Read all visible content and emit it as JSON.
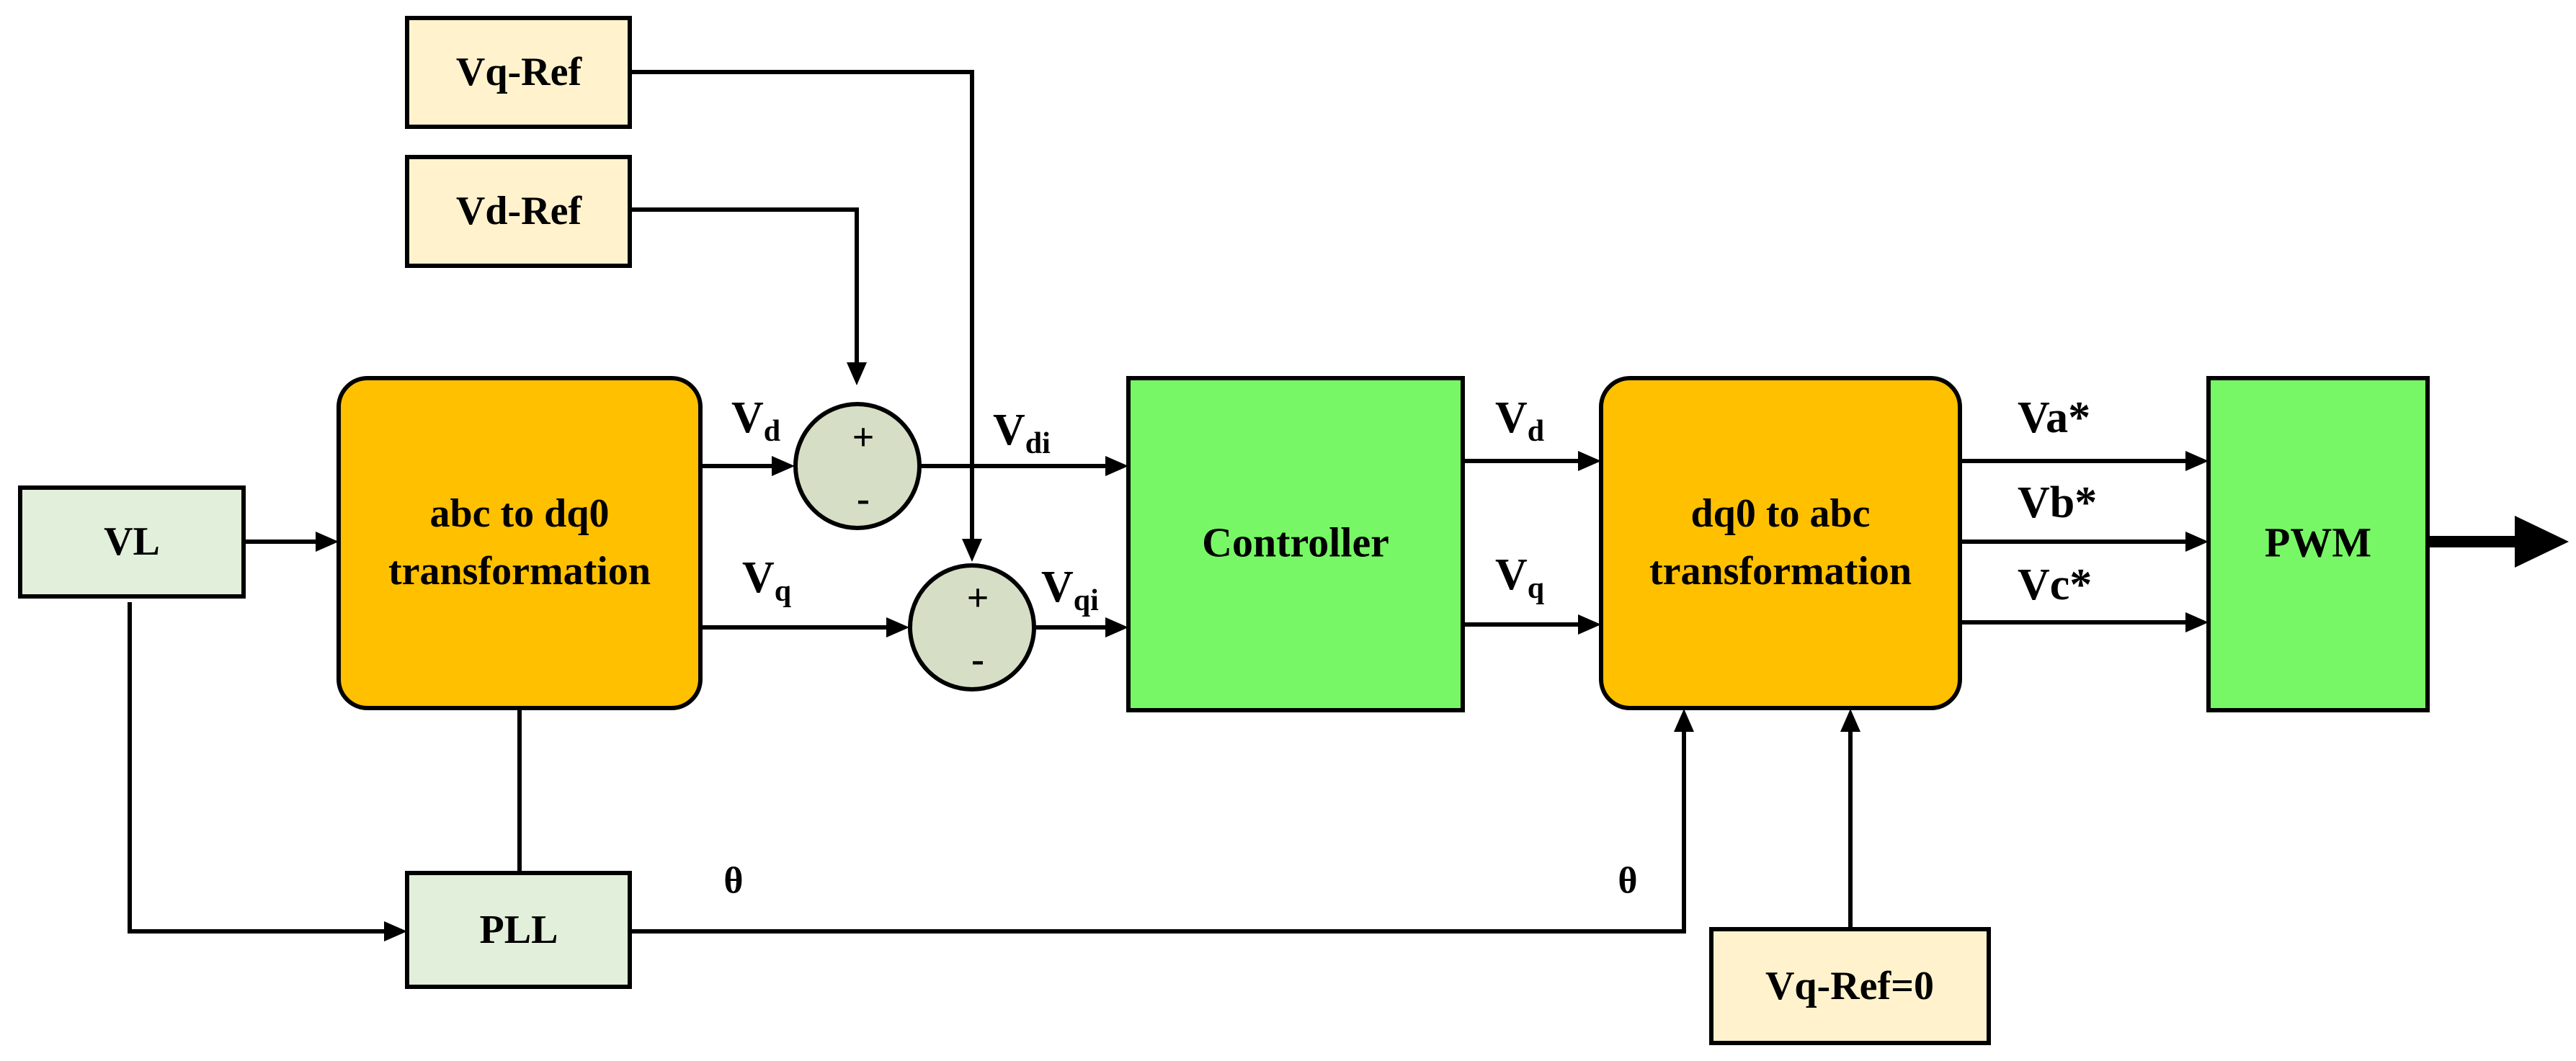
{
  "blocks": {
    "vq_ref": "Vq-Ref",
    "vd_ref": "Vd-Ref",
    "vl": "VL",
    "abc_to_dq0": [
      "abc to dq0",
      "transformation"
    ],
    "pll": "PLL",
    "controller": "Controller",
    "dq0_to_abc": [
      "dq0 to abc",
      "transformation"
    ],
    "pwm": "PWM",
    "vq_ref_zero": "Vq-Ref=0"
  },
  "summing_junctions": {
    "sum_d": {
      "plus": "+",
      "minus": "-"
    },
    "sum_q": {
      "plus": "+",
      "minus": "-"
    }
  },
  "signals": {
    "vd_in": {
      "main": "V",
      "sub": "d"
    },
    "vq_in": {
      "main": "V",
      "sub": "q"
    },
    "vdi": {
      "main": "V",
      "sub": "di"
    },
    "vqi": {
      "main": "V",
      "sub": "qi"
    },
    "vd_out": {
      "main": "V",
      "sub": "d"
    },
    "vq_out": {
      "main": "V",
      "sub": "q"
    },
    "theta_left": "θ",
    "theta_right": "θ",
    "va": "Va*",
    "vb": "Vb*",
    "vc": "Vc*"
  },
  "colors": {
    "reference_block": "#FFF2CC",
    "input_block": "#E2EFDA",
    "transform_block": "#FFC000",
    "control_block": "#77F765",
    "summing_junction": "#D6DFC5"
  }
}
